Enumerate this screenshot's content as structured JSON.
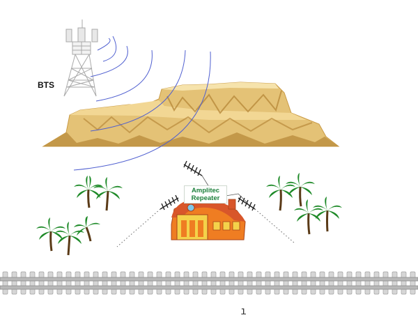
{
  "labels": {
    "bts": "BTS",
    "repeater_line1": "Amplitec",
    "repeater_line2": "Repeater",
    "cursor": "ı"
  },
  "colors": {
    "signal_waves": "#4f5fd0",
    "mesa_light": "#e4c276",
    "mesa_dark": "#b8893b",
    "house_roof": "#d8562a",
    "house_front": "#ef7d22",
    "house_accent": "#f4d24a",
    "palm_leaf": "#1e8a28",
    "palm_trunk": "#5a3a17",
    "rail": "#a8a8a8",
    "repeater_text": "#1b7f3a"
  },
  "icons": [
    "cell-tower-icon",
    "antenna-icon",
    "house-icon",
    "palm-tree-icon",
    "railway-track-icon"
  ]
}
